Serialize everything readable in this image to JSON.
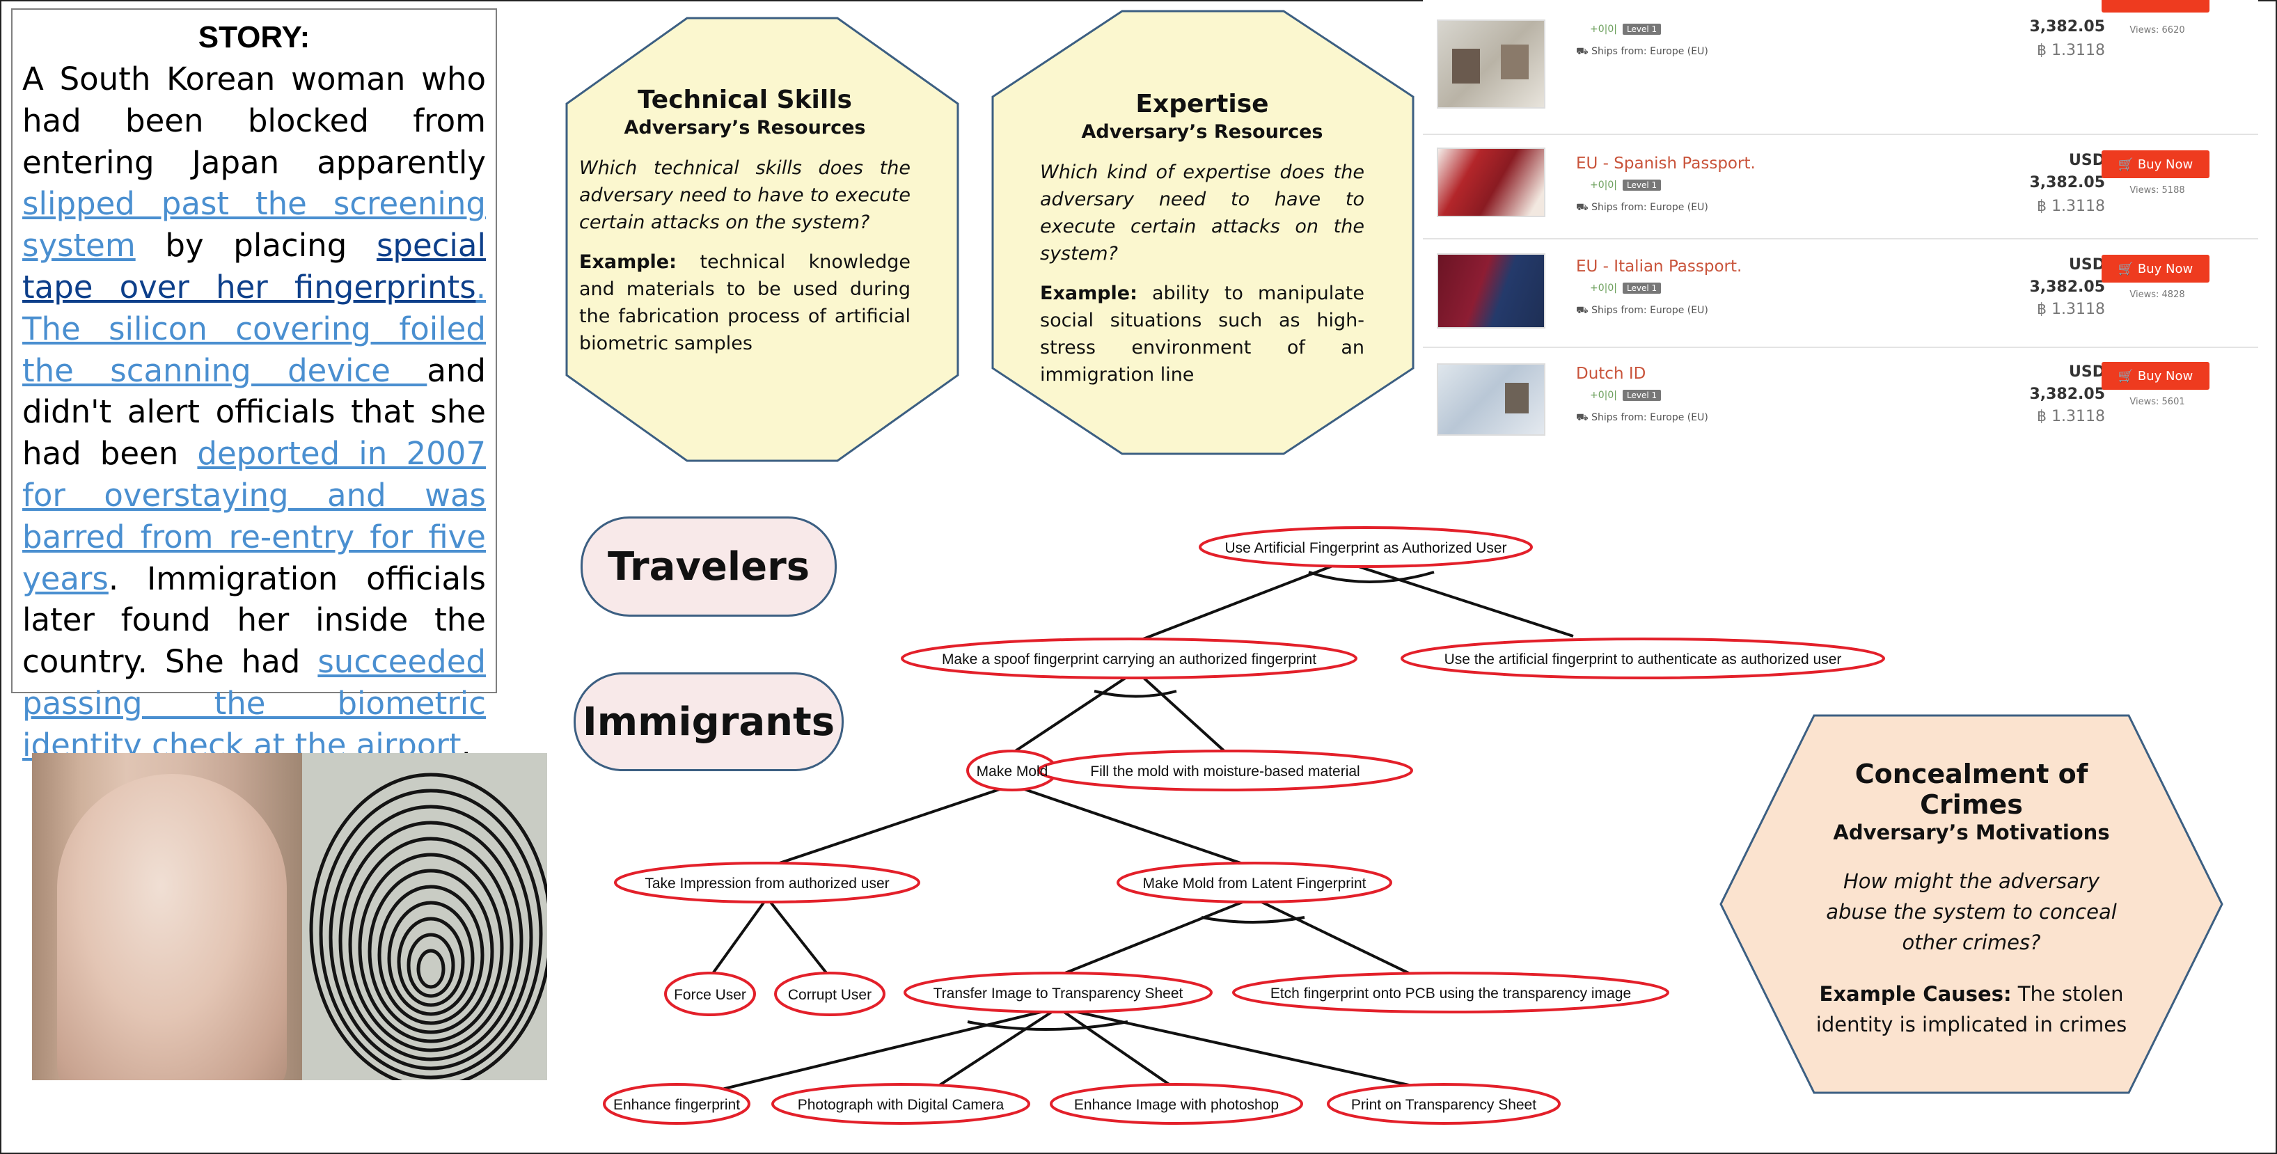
{
  "story": {
    "title": "STORY:",
    "t1": "A South Korean woman who had been blocked from entering Japan apparently ",
    "l1": "slipped past the screening system",
    "t2": " by placing ",
    "l2": "special tape over her fingerprints",
    "l3": ". The silicon covering foiled the scanning device ",
    "t3": "and didn't alert officials that she had been ",
    "l4": "deported in 2007 for overstaying and was barred from re-entry for five years",
    "t4": ". Immigration officials later found her inside the country. She had ",
    "l5": "succeeded passing the biometric identity check at the airport",
    "t5": "."
  },
  "technical": {
    "title": "Technical Skills",
    "subtitle": "Adversary’s Resources",
    "question": "Which technical skills does the adversary need to have to execute certain attacks on the system?",
    "example_label": "Example:",
    "example_text": " technical knowledge and materials to be used during the fabrication process of artificial biometric samples"
  },
  "expertise": {
    "title": "Expertise",
    "subtitle": "Adversary’s Resources",
    "question": "Which kind of expertise does the adversary need to have to execute certain attacks on the system?",
    "example_label": "Example:",
    "example_text": " ability to manipulate social situations such as high-stress environment of an immigration line"
  },
  "concealment": {
    "title": "Concealment of Crimes",
    "subtitle": "Adversary’s Motivations",
    "question": "How might the adversary  abuse the system to conceal other crimes?",
    "example_label": "Example Causes:",
    "example_text": " The stolen identity is implicated in crimes"
  },
  "pills": {
    "travelers": "Travelers",
    "immigrants": "Immigrants"
  },
  "market": {
    "items": [
      {
        "name": "",
        "meta": "+0|0|",
        "level": "Level 1",
        "ship": "Ships from: Europe (EU)",
        "currency": "",
        "price": "3,382.05",
        "btc": "฿ 1.3118",
        "buy": "",
        "views": "Views: 6620"
      },
      {
        "name": "EU - Spanish Passport.",
        "meta": "+0|0|",
        "level": "Level 1",
        "ship": "Ships from: Europe (EU)",
        "currency": "USD",
        "price": "3,382.05",
        "btc": "฿ 1.3118",
        "buy": "Buy Now",
        "views": "Views: 5188"
      },
      {
        "name": "EU - Italian Passport.",
        "meta": "+0|0|",
        "level": "Level 1",
        "ship": "Ships from: Europe (EU)",
        "currency": "USD",
        "price": "3,382.05",
        "btc": "฿ 1.3118",
        "buy": "Buy Now",
        "views": "Views: 4828"
      },
      {
        "name": "Dutch ID",
        "meta": "+0|0|",
        "level": "Level 1",
        "ship": "Ships from: Europe (EU)",
        "currency": "USD",
        "price": "3,382.05",
        "btc": "฿ 1.3118",
        "buy": "Buy Now",
        "views": "Views: 5601"
      }
    ]
  },
  "tree": {
    "nodes": {
      "root": "Use Artificial Fingerprint as Authorized User",
      "spoof": "Make a spoof fingerprint carrying an authorized fingerprint",
      "use_art": "Use the artificial fingerprint to authenticate as authorized user",
      "mold": "Make Mold",
      "fill": "Fill the mold with moisture-based material",
      "impression": "Take Impression from authorized user",
      "latent": "Make Mold from Latent Fingerprint",
      "force": "Force User",
      "corrupt": "Corrupt User",
      "transfer": "Transfer Image to Transparency Sheet",
      "etch": "Etch fingerprint onto PCB using the transparency image",
      "enhance": "Enhance fingerprint",
      "photo": "Photograph with Digital Camera",
      "photoshop": "Enhance Image with photoshop",
      "print": "Print on Transparency Sheet"
    }
  },
  "colors": {
    "node_border": "#e3202a",
    "hex_fill": "#fbf7cf",
    "motive_fill": "#fbe3cf",
    "pill_border": "#3c5f82",
    "pill_fill": "#f8e9e9"
  }
}
